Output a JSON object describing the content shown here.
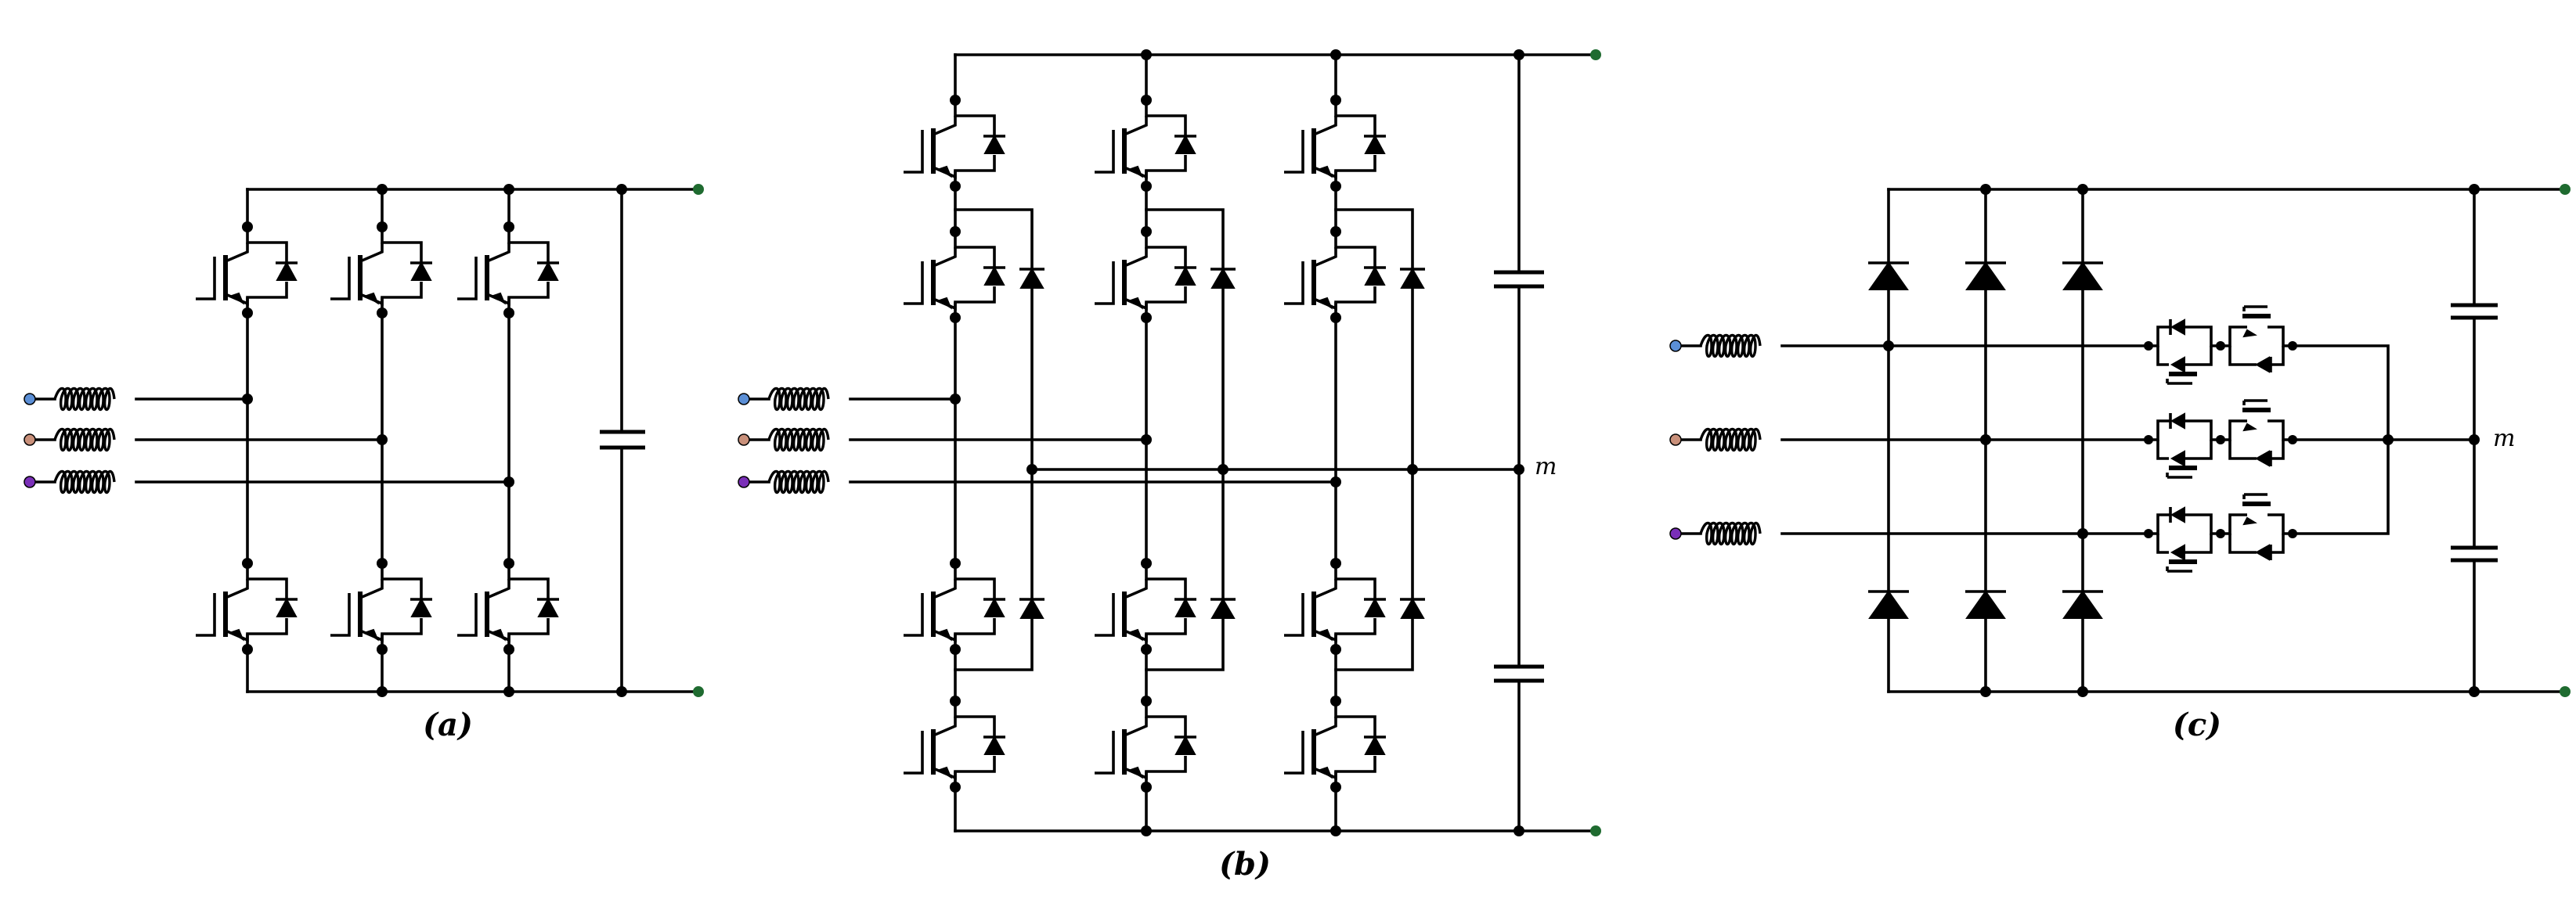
{
  "labels": {
    "a": "(a)",
    "b": "(b)",
    "c": "(c)",
    "m_b": "m",
    "m_c": "m"
  },
  "colors": {
    "phase1": "#5b8fd6",
    "phase2": "#c9907a",
    "phase3": "#7a2fb8",
    "dc_terminal": "#1f6b30",
    "wire": "#000000"
  },
  "icons": [
    "inductor-icon",
    "igbt-icon",
    "diode-icon",
    "capacitor-icon",
    "terminal-icon",
    "junction-dot"
  ]
}
